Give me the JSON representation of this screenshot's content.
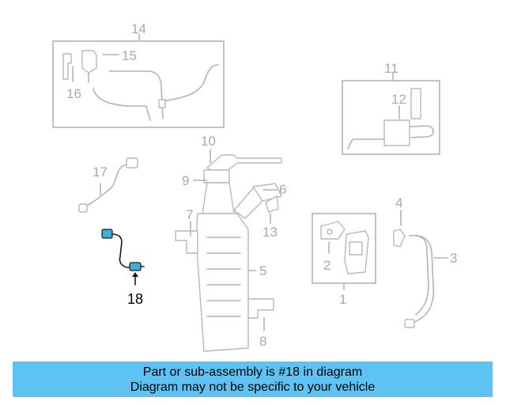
{
  "callouts": {
    "c1": "1",
    "c2": "2",
    "c3": "3",
    "c4": "4",
    "c5": "5",
    "c6": "6",
    "c7": "7",
    "c8": "8",
    "c9": "9",
    "c10": "10",
    "c11": "11",
    "c12": "12",
    "c13": "13",
    "c14": "14",
    "c15": "15",
    "c16": "16",
    "c17": "17",
    "c18": "18"
  },
  "highlighted_part": "18",
  "colors": {
    "banner": "#5ec2f2",
    "highlight": "#3ab0d8",
    "linework": "#b4b4b4"
  },
  "banner": {
    "line1": "Part or sub-assembly is #18 in diagram",
    "line2": "Diagram may not be specific to your vehicle"
  }
}
